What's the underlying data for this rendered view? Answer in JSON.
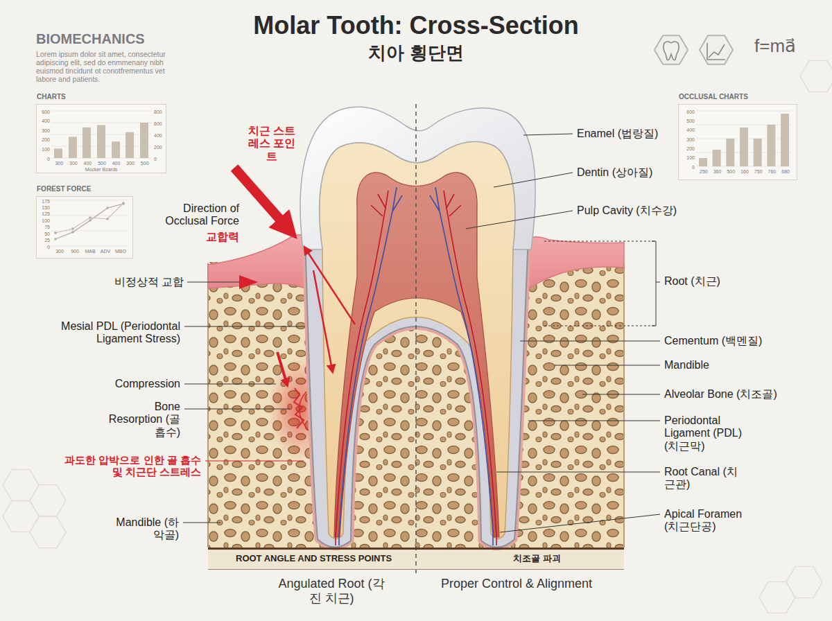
{
  "diagram": {
    "title": "Molar Tooth: Cross-Section",
    "nodes": [
      {
        "text": [
          "CHARTS",
          "600",
          "400",
          "300",
          "200",
          "100",
          "0",
          "800",
          "600",
          "400",
          "200",
          "0",
          "300",
          "300",
          "400",
          "500",
          "400",
          "300",
          "500",
          "Mocker Bzards"
        ]
      },
      {
        "text": [
          "OCCLUSAL CHARTS",
          "600",
          "500",
          "400",
          "300",
          "200",
          "100",
          "0",
          "250",
          "360",
          "500",
          "160",
          "750",
          "760",
          "680"
        ]
      },
      {
        "text": [
          "FOREST FORCE",
          "175",
          "150",
          "125",
          "100",
          "75",
          "50",
          "25",
          "0",
          "300",
          "900",
          "MAB",
          "ADV",
          "MBO"
        ]
      },
      {
        "text": [
          "ROOT ANGLE AND STRESS POINTS",
          "치조골 파괴"
        ]
      }
    ],
    "labels": [
      "치아 횡단면",
      "BIOMECHANICS",
      "Lorem ipsum dolor sit amet, consectetur adipiscing elit, sed do enmmenany nibh euismod tincidunt ot conotfrementus vet labore and patients.",
      "f=ma⃗",
      "치근 스트레스 포인트",
      "Direction of Occlusal Force",
      "교합력",
      "비정상적 교합",
      "Mesial PDL (Periodontal Ligament Stress)",
      "Compression",
      "Bone Resorption (골 흡수)",
      "과도한 압박으로 인한 골 흡수 및 치근단 스트레스",
      "Mandible (하악골)",
      "Enamel (법랑질)",
      "Dentin (상아질)",
      "Pulp Cavity (치수강)",
      "Root (치근)",
      "Cementum (백멘질)",
      "Mandible",
      "Alveolar Bone (치조골)",
      "Periodontal Ligament (PDL) (치근막)",
      "Root Canal (치근관)",
      "Apical Foramen (치근단공)",
      "Angulated Root (각진 치근)",
      "Proper Control & Alignment"
    ]
  }
}
